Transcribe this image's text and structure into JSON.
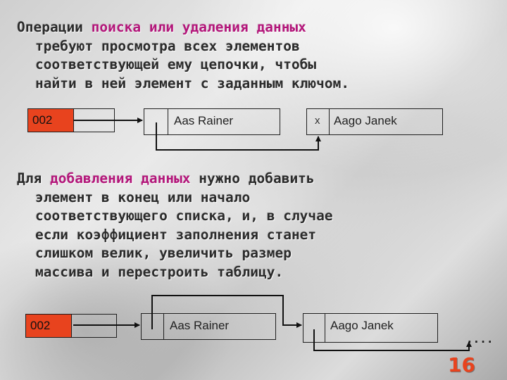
{
  "paragraph_1": {
    "lines": [
      {
        "a": "Операции ",
        "b": "поиска или удаления данных",
        "c": ""
      },
      {
        "a": "требуют просмотра всех элементов",
        "b": "",
        "c": ""
      },
      {
        "a": "соответствующей ему цепочки, чтобы",
        "b": "",
        "c": ""
      },
      {
        "a": "найти в ней элемент с заданным ключом.",
        "b": "",
        "c": ""
      }
    ]
  },
  "diagram_1": {
    "key": "002",
    "node_1": "Aas Rainer",
    "node_2_marker": "x",
    "node_2": "Aago Janek"
  },
  "paragraph_2": {
    "lines": [
      {
        "a": "Для ",
        "b": "добавления данных",
        "c": " нужно добавить"
      },
      {
        "a": "элемент в конец или начало",
        "b": "",
        "c": ""
      },
      {
        "a": "соответствующего списка, и, в случае",
        "b": "",
        "c": ""
      },
      {
        "a": "если коэффициент заполнения станет",
        "b": "",
        "c": ""
      },
      {
        "a": "слишком велик, увеличить размер",
        "b": "",
        "c": ""
      },
      {
        "a": "массива и перестроить таблицу.",
        "b": "",
        "c": ""
      }
    ]
  },
  "diagram_2": {
    "key": "002",
    "node_1": "Aas Rainer",
    "node_2": "Aago Janek",
    "continuation": "...."
  },
  "slide_number": "16",
  "colors": {
    "highlight": "#b3167a",
    "key_cell": "#e8431e",
    "page_number": "#e8431e"
  }
}
